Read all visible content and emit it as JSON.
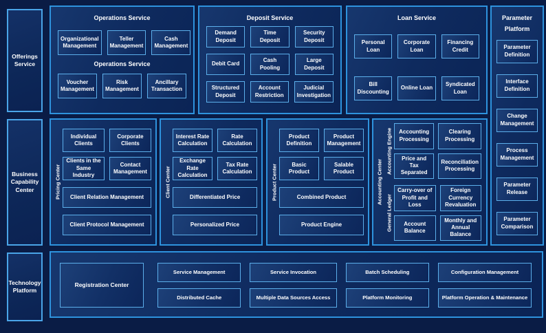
{
  "colors": {
    "background": "#0a1c45",
    "panel_fill": "#0e2a5e",
    "panel_border": "#2e93de",
    "box_fill": "#123066",
    "box_border": "#5cb0ec",
    "text": "#ffffff"
  },
  "sidebar": {
    "offerings_label": "Offerings Service",
    "business_label": "Business Capability Center",
    "technology_label": "Technology Platform"
  },
  "offerings": {
    "operations": {
      "title": "Operations Service",
      "subtitle": "Operations Service",
      "row1": [
        "Organizational Management",
        "Teller Management",
        "Cash Management"
      ],
      "row2": [
        "Voucher Management",
        "Risk Management",
        "Ancillary Transaction"
      ]
    },
    "deposit": {
      "title": "Deposit Service",
      "row1": [
        "Demand Deposit",
        "Time Deposit",
        "Security Deposit"
      ],
      "row2": [
        "Debit Card",
        "Cash Pooling",
        "Large Deposit"
      ],
      "row3": [
        "Structured Deposit",
        "Account Restriction",
        "Judicial Investigation"
      ]
    },
    "loan": {
      "title": "Loan Service",
      "row1": [
        "Personal Loan",
        "Corporate Loan",
        "Financing Credit"
      ],
      "row2": [
        "Bill Discounting",
        "Online Loan",
        "Syndicated Loan"
      ]
    }
  },
  "parameter_platform": {
    "title": "Parameter Platform",
    "items": [
      "Parameter Definition",
      "Interface Definition",
      "Change Management",
      "Process Management",
      "Parameter Release",
      "Parameter Comparison"
    ]
  },
  "business": {
    "pricing_center": {
      "vertical_label": "Pricing Center",
      "small": [
        "Individual Clients",
        "Corporate Clients",
        "Clients in the Same Industry",
        "Contact Management"
      ],
      "wide": [
        "Client Relation Management",
        "Client Protocol Management"
      ]
    },
    "client_center": {
      "vertical_label": "Client Center",
      "small": [
        "Interest Rate Calculation",
        "Rate Calculation",
        "Exchange Rate Calculation",
        "Tax Rate Calculation"
      ],
      "wide": [
        "Differentiated Price",
        "Personalized Price"
      ]
    },
    "product_center": {
      "vertical_label": "Product Center",
      "small": [
        "Product Definition",
        "Product Management",
        "Basic Product",
        "Salable Product"
      ],
      "wide": [
        "Combined Product",
        "Product Engine"
      ]
    },
    "accounting_center": {
      "vertical_label": "Accounting Center",
      "engine_label": "Accounting Engine",
      "ledger_label": "General Ledger",
      "engine_boxes": [
        "Accounting Processing",
        "Clearing Processing",
        "Price and Tax Separated",
        "Reconciliation Processing"
      ],
      "ledger_boxes": [
        "Carry-over of Profit and Loss",
        "Foreign Currency Revaluation",
        "Account Balance",
        "Monthly and Annual Balance"
      ]
    }
  },
  "technology": {
    "registration": "Registration Center",
    "row1": [
      "Service Management",
      "Service Invocation",
      "Batch Scheduling",
      "Configuration Management"
    ],
    "row2": [
      "Distributed Cache",
      "Multiple Data Sources Access",
      "Platform Monitoring",
      "Platform Operation & Maintenance"
    ]
  }
}
